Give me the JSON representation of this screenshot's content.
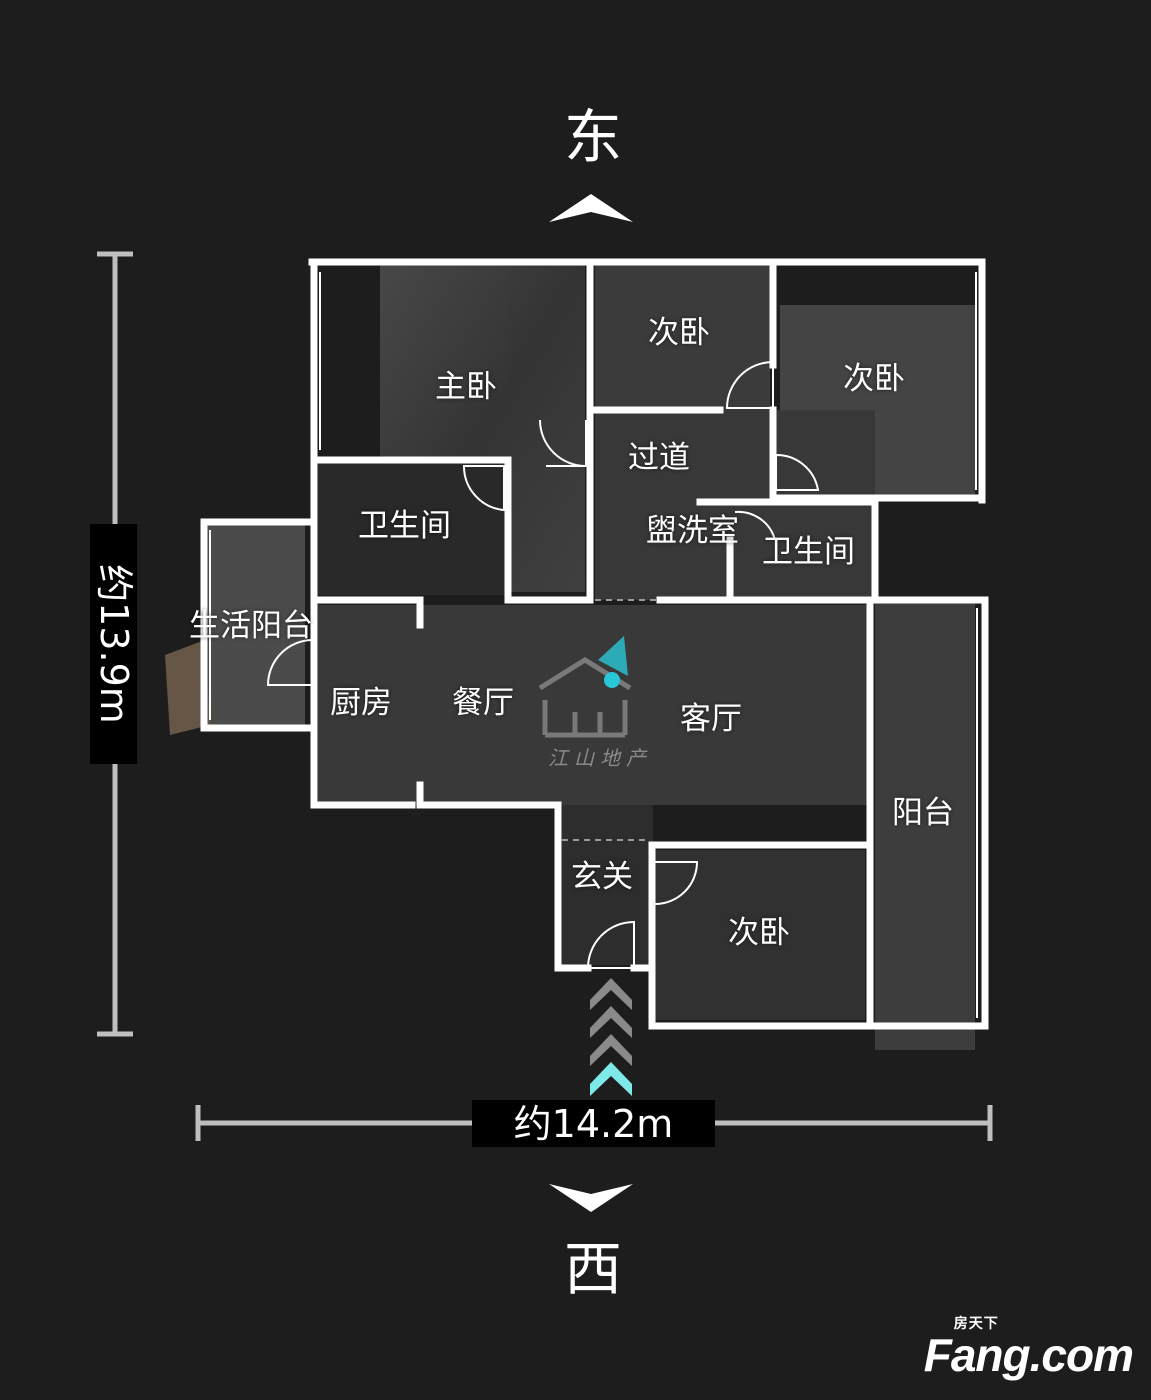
{
  "compass": {
    "north_label": "东",
    "south_label": "西"
  },
  "dimensions": {
    "height_label": "约13.9m",
    "width_label": "约14.2m"
  },
  "rooms": {
    "master_bedroom": "主卧",
    "bedroom_top": "次卧",
    "bedroom_right": "次卧",
    "corridor": "过道",
    "bathroom_master": "卫生间",
    "washroom": "盥洗室",
    "bathroom_second": "卫生间",
    "utility_balcony": "生活阳台",
    "kitchen": "厨房",
    "dining": "餐厅",
    "living": "客厅",
    "balcony": "阳台",
    "entrance": "玄关",
    "bedroom_bottom": "次卧"
  },
  "watermark": {
    "small": "房天下",
    "big": "Fang.com"
  },
  "logo": {
    "text": "江山地产"
  },
  "colors": {
    "background": "#1d1d1d",
    "wall": "#ffffff",
    "floor": "#3a3a3a",
    "dimension_line": "#bfbfbf",
    "entry_arrow_active": "#7fe8e8",
    "entry_arrow_inactive": "#8a8a8a",
    "locator": "#29c7d6"
  }
}
